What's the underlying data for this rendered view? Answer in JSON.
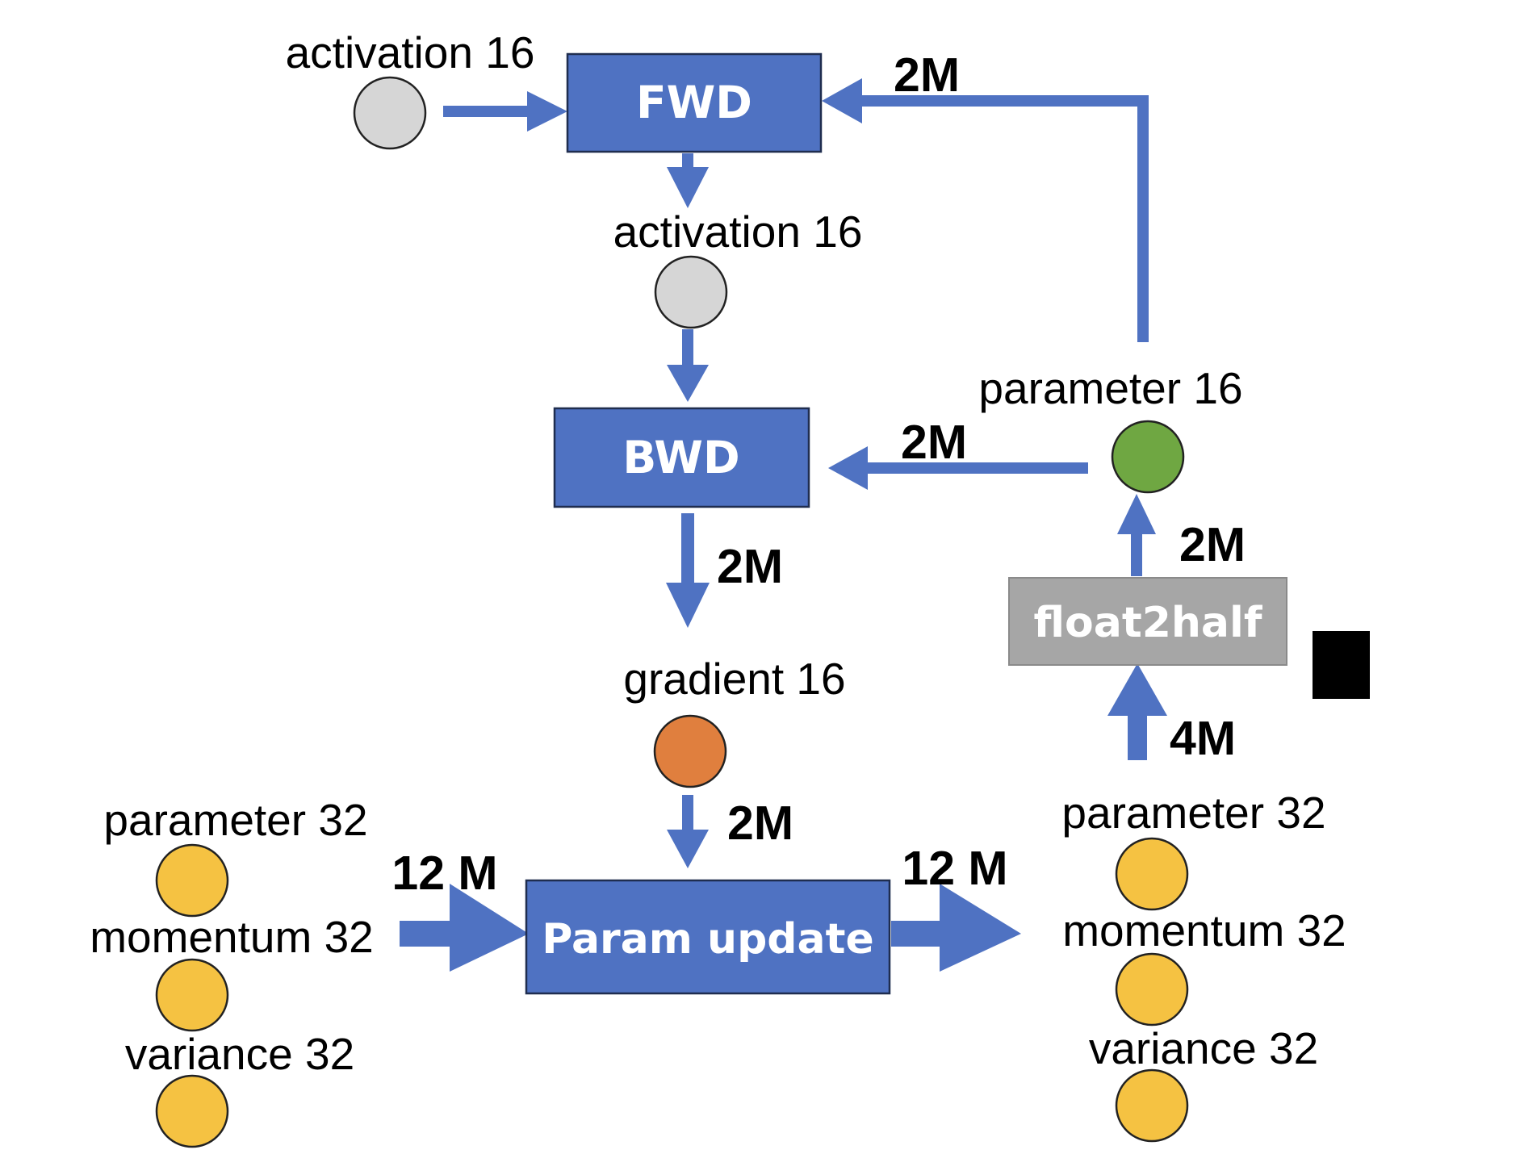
{
  "colors": {
    "arrow": "#4f72c2",
    "box_blue": "#4f72c2",
    "box_gray": "#a6a6a6",
    "node_gray": "#d6d6d6",
    "node_green": "#6fa742",
    "node_orange": "#e07f3e",
    "node_yellow": "#f5c242"
  },
  "processes": {
    "fwd": "FWD",
    "bwd": "BWD",
    "param_update": "Param update",
    "float2half": "float2half"
  },
  "nodes": {
    "input_activation": "activation 16",
    "saved_activation": "activation 16",
    "gradient": "gradient 16",
    "parameter_half": "parameter 16",
    "left_parameter": "parameter 32",
    "left_momentum": "momentum 32",
    "left_variance": "variance 32",
    "right_parameter": "parameter 32",
    "right_momentum": "momentum 32",
    "right_variance": "variance 32"
  },
  "edges": {
    "param_to_fwd": "2M",
    "param_to_bwd": "2M",
    "bwd_to_gradient": "2M",
    "float2half_to_param": "2M",
    "param32_to_float2half": "4M",
    "gradient_to_update": "2M",
    "states_in": "12 M",
    "states_out": "12 M"
  }
}
